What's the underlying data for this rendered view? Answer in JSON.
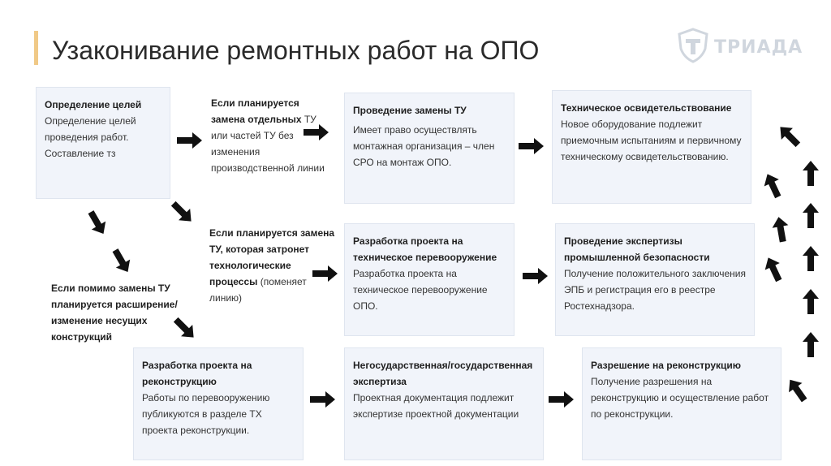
{
  "title": "Узаконивание ремонтных работ на ОПО",
  "logo": {
    "text": "ТРИАДА",
    "icon": "shield-t-icon"
  },
  "boxes": {
    "goals": {
      "heading": "Определение целей",
      "body": "Определение целей проведения работ. Составление тз"
    },
    "replace": {
      "heading": "Проведение замены ТУ",
      "body": "Имеет право осуществлять монтажная организация – член СРО на монтаж ОПО."
    },
    "tech_exam": {
      "heading": "Техническое освидетельствование",
      "body": "Новое оборудование подлежит приемочным испытаниям и первичному техническому освидетельствованию."
    },
    "rearm_project": {
      "heading": "Разработка проекта на техническое перевооружение",
      "body": "Разработка проекта на техническое перевооружение ОПО."
    },
    "epb": {
      "heading": "Проведение экспертизы промышленной безопасности",
      "body": "Получение положительного заключения ЭПБ и регистрация его в реестре Ростехнадзора."
    },
    "recon_project": {
      "heading": "Разработка проекта на реконструкцию",
      "body": "Работы по перевооружению публикуются в разделе ТХ проекта реконструкции."
    },
    "state_exam": {
      "heading": "Негосударственная/государственная экспертиза",
      "body": "Проектная документация подлежит экспертизе проектной документации"
    },
    "permit": {
      "heading": "Разрешение на реконструкцию",
      "body": "Получение разрешения на реконструкцию и осуществление работ по реконструкции."
    }
  },
  "notes": {
    "n1": {
      "bold": "Если планируется замена отдельных",
      "rest": " ТУ или частей ТУ без изменения производственной линии"
    },
    "n2": {
      "bold": "Если планируется замена ТУ, которая затронет технологические процессы",
      "rest": " (поменяет линию)"
    },
    "n3": {
      "bold": "Если помимо замены ТУ планируется расширение/изменение несущих конструкций",
      "rest": ""
    }
  }
}
